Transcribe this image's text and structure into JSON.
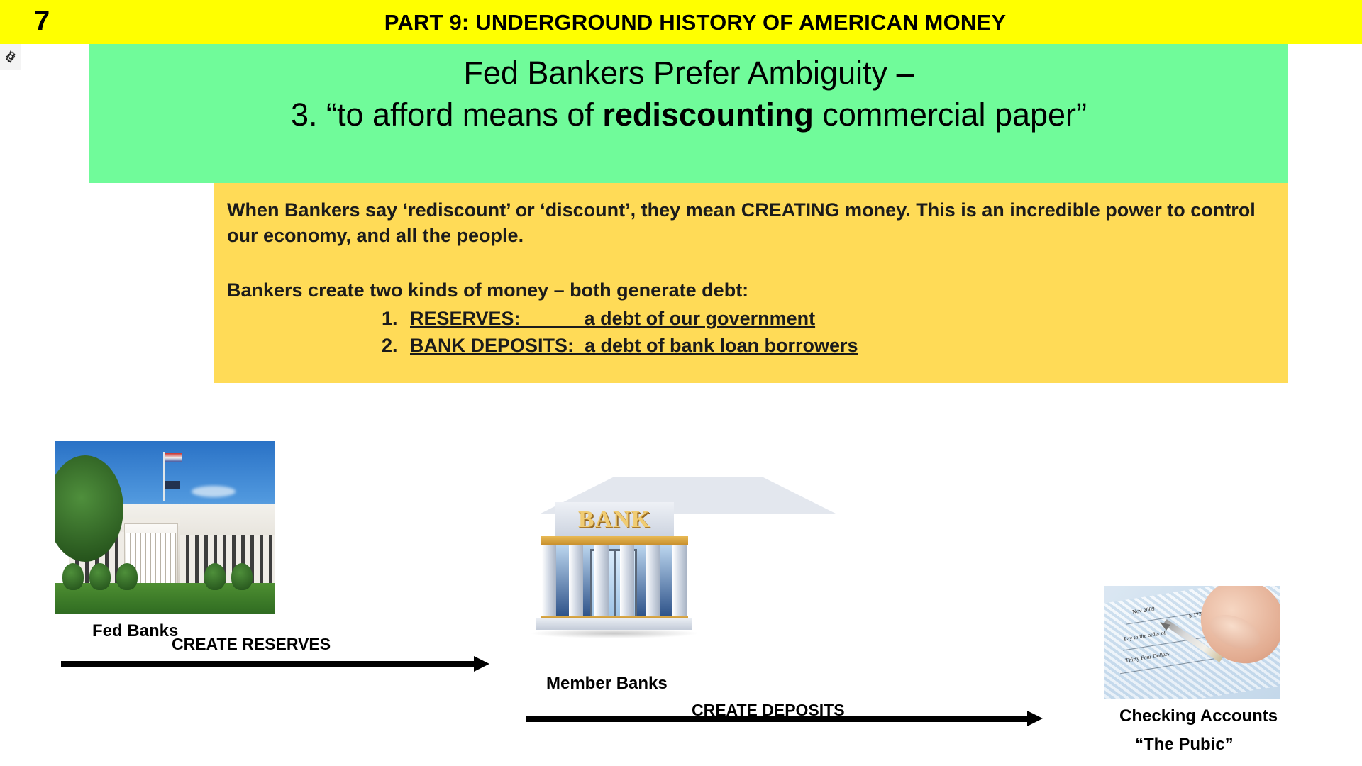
{
  "header": {
    "slide_number": "7",
    "title": "PART 9:  UNDERGROUND HISTORY OF AMERICAN MONEY",
    "background_color": "#FFFF00"
  },
  "gear_icon": {
    "name": "settings-gear-icon"
  },
  "green_banner": {
    "background_color": "#70FB9A",
    "line1": "Fed Bankers Prefer Ambiguity –",
    "line2_prefix": "3. “to afford means of ",
    "line2_bold": "rediscounting",
    "line2_suffix": " commercial paper”"
  },
  "gold_box": {
    "background_color": "#FFDB57",
    "paragraph1": "When Bankers say ‘rediscount’ or ‘discount’, they mean CREATING money.  This is an incredible power to control our economy, and all the people.",
    "paragraph2": "Bankers create two kinds of money – both generate debt:",
    "list": [
      {
        "number": "1.",
        "text": "RESERVES:            a debt of our government"
      },
      {
        "number": "2.",
        "text": "BANK DEPOSITS:  a debt of bank loan borrowers"
      }
    ]
  },
  "diagram": {
    "fed": {
      "image_name": "federal-reserve-building-photo",
      "caption": "Fed Banks"
    },
    "member": {
      "image_name": "bank-building-graphic",
      "bank_sign": "BANK",
      "caption": "Member Banks"
    },
    "checking": {
      "image_name": "hand-writing-check-photo",
      "caption_line1": "Checking Accounts",
      "caption_line2": "“The Pubic”"
    },
    "arrows": [
      {
        "label": "CREATE RESERVES",
        "from": "Fed Banks",
        "to": "Member Banks"
      },
      {
        "label": "CREATE DEPOSITS",
        "from": "Member Banks",
        "to": "Checking Accounts"
      }
    ]
  }
}
